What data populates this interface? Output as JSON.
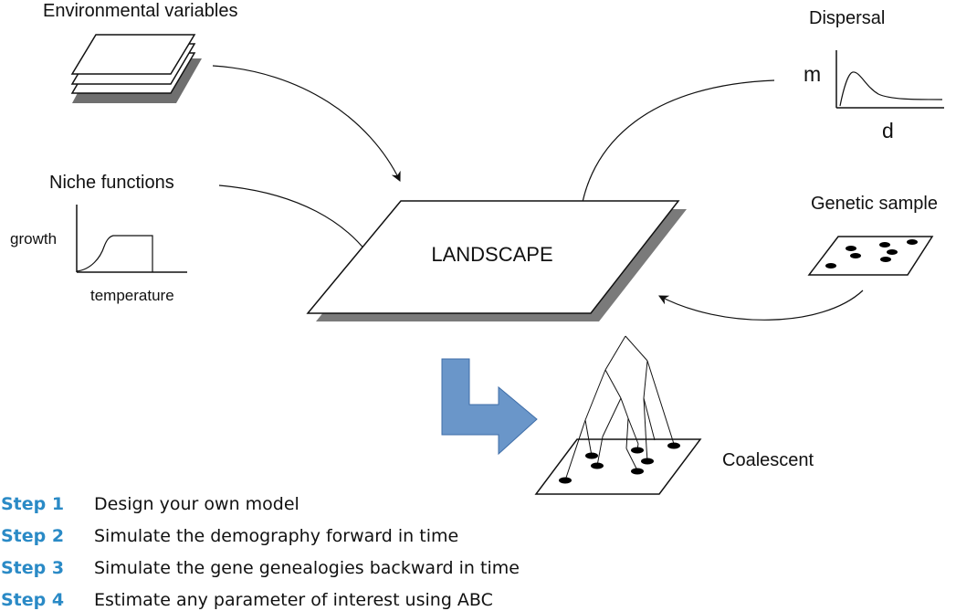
{
  "labels": {
    "environmental": "Environmental variables",
    "niche": "Niche functions",
    "niche_y": "growth",
    "niche_x": "temperature",
    "dispersal": "Dispersal",
    "dispersal_y": "m",
    "dispersal_x": "d",
    "genetic": "Genetic sample",
    "landscape": "LANDSCAPE",
    "coalescent": "Coalescent"
  },
  "steps": [
    {
      "key": "Step 1",
      "text": "Design your own model"
    },
    {
      "key": "Step 2",
      "text": "Simulate the demography forward in time"
    },
    {
      "key": "Step 3",
      "text": "Simulate the gene genealogies backward in time"
    },
    {
      "key": "Step 4",
      "text": "Estimate any parameter of interest using ABC"
    }
  ],
  "colors": {
    "step_key": "#2a8ac6",
    "shadow": "#7a7a7a",
    "big_arrow": "#6a96c9",
    "big_arrow_edge": "#3f6ea8",
    "line": "#111111"
  },
  "icons": {
    "layers": "stacked-layers-icon",
    "big_arrow": "step-arrow-icon"
  }
}
